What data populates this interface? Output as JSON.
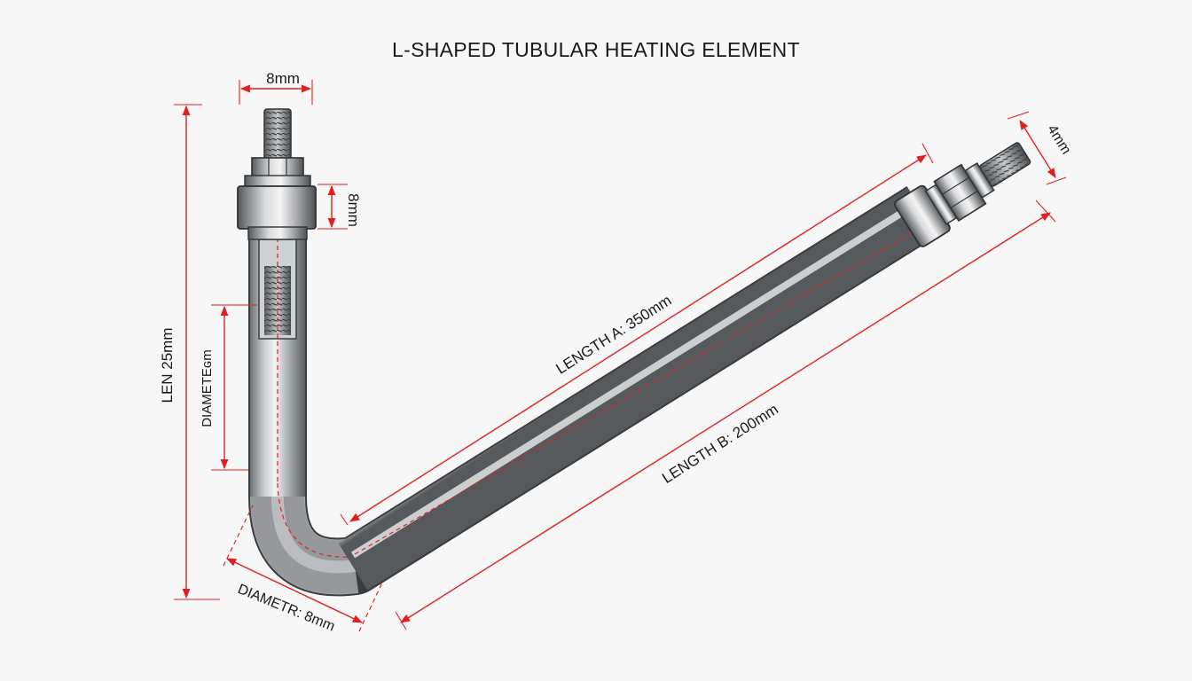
{
  "title": "L-SHAPED TUBULAR HEATING ELEMENT",
  "dimensions": {
    "top_thread_width": "8mm",
    "nut_height": "8mm",
    "right_thread": "4mm",
    "vertical_length": "LEN 25mm",
    "vertical_diameter": "DIAMETEɢm",
    "length_a": "LENGTH A: 350mm",
    "length_b": "LENGTH B: 200mm",
    "bend_diameter": "DIAMETR: 8mm"
  },
  "colors": {
    "dimension_lines": "#e02020",
    "tube_metal": "#b5b8bb",
    "background": "#f7f7f7"
  }
}
